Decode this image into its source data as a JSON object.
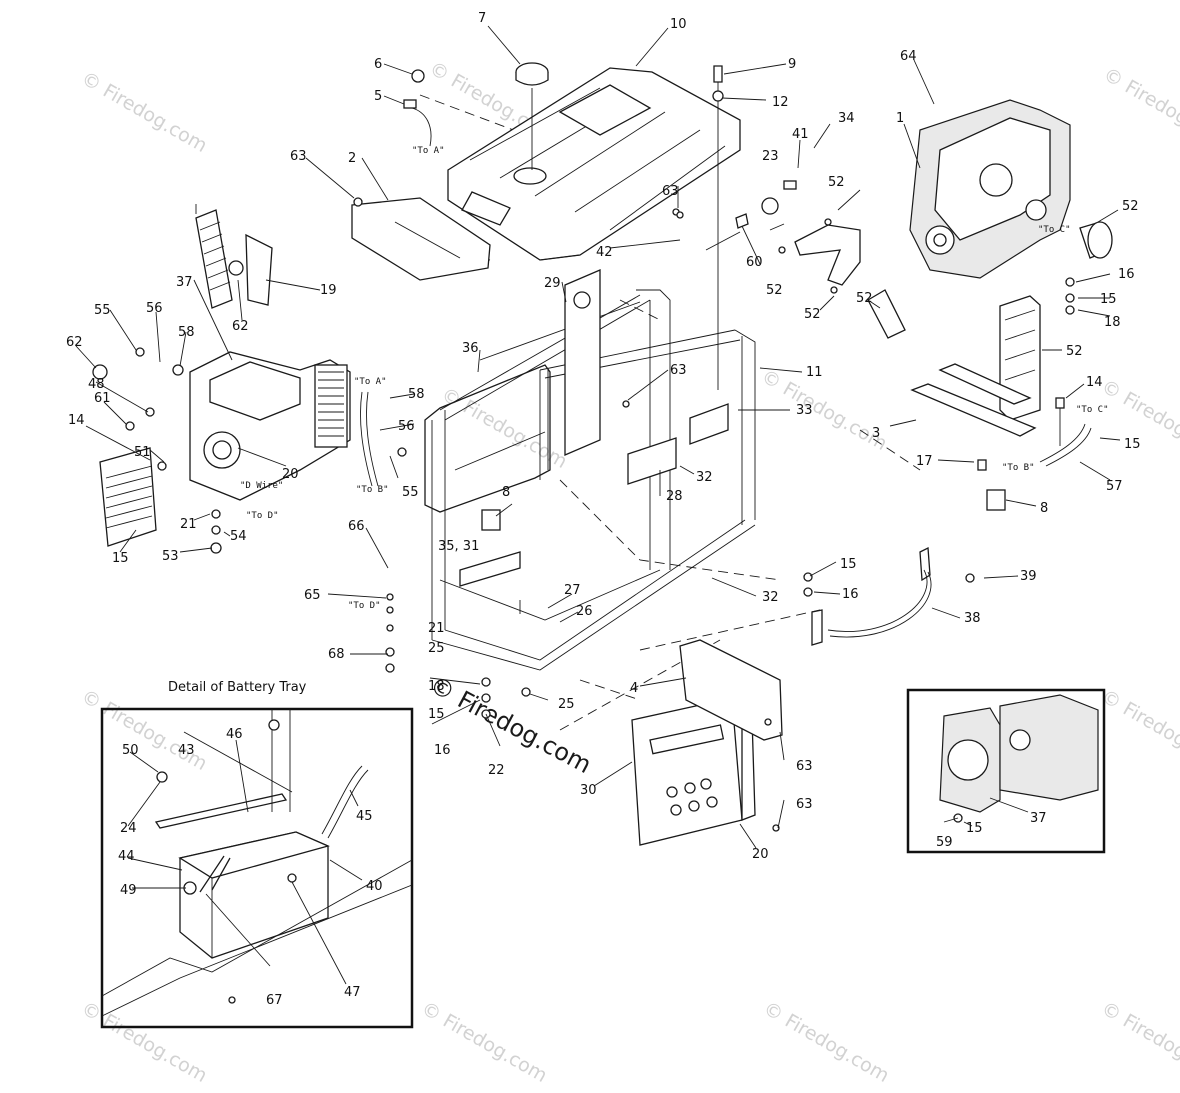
{
  "detail_title": "Detail of Battery Tray",
  "watermark": "© Firedog.com",
  "watermark_main": "© Firedog.com",
  "notes": {
    "to_a": "\"To A\"",
    "to_b": "\"To B\"",
    "to_c": "\"To C\"",
    "to_d": "\"To D\"",
    "d_wire": "\"D Wire\""
  },
  "labels": {
    "l1": "1",
    "l2": "2",
    "l3": "3",
    "l4": "4",
    "l5": "5",
    "l6": "6",
    "l7": "7",
    "l8": "8",
    "l9": "9",
    "l10": "10",
    "l11": "11",
    "l12": "12",
    "l14": "14",
    "l15": "15",
    "l16": "16",
    "l17": "17",
    "l18": "18",
    "l19": "19",
    "l20": "20",
    "l21": "21",
    "l22": "22",
    "l23": "23",
    "l24": "24",
    "l25": "25",
    "l26": "26",
    "l27": "27",
    "l28": "28",
    "l29": "29",
    "l30": "30",
    "l32": "32",
    "l33": "33",
    "l34": "34",
    "l35_31": "35, 31",
    "l36": "36",
    "l37": "37",
    "l38": "38",
    "l39": "39",
    "l40": "40",
    "l41": "41",
    "l42": "42",
    "l43": "43",
    "l44": "44",
    "l45": "45",
    "l46": "46",
    "l47": "47",
    "l48": "48",
    "l49": "49",
    "l50": "50",
    "l51": "51",
    "l52": "52",
    "l53": "53",
    "l54": "54",
    "l55": "55",
    "l56": "56",
    "l57": "57",
    "l58": "58",
    "l59": "59",
    "l60": "60",
    "l61": "61",
    "l62": "62",
    "l63": "63",
    "l64": "64",
    "l65": "65",
    "l66": "66",
    "l67": "67",
    "l68": "68"
  }
}
